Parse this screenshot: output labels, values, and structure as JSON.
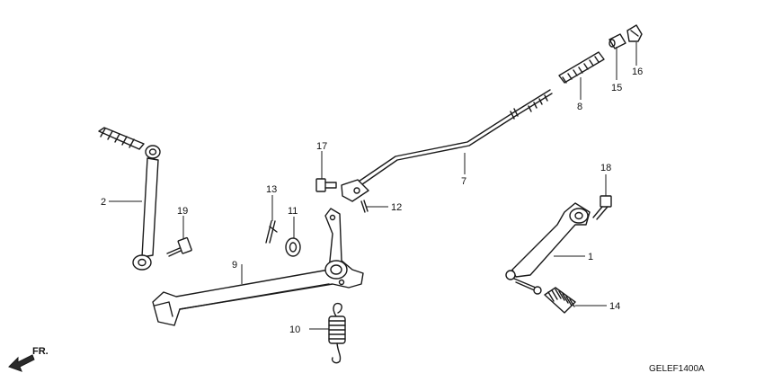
{
  "callouts": {
    "c1": "1",
    "c2": "2",
    "c7": "7",
    "c8": "8",
    "c9": "9",
    "c10": "10",
    "c11": "11",
    "c12": "12",
    "c13": "13",
    "c14": "14",
    "c15": "15",
    "c16": "16",
    "c17": "17",
    "c18": "18",
    "c19": "19"
  },
  "front_indicator": "FR.",
  "diagram_code": "GELEF1400A"
}
